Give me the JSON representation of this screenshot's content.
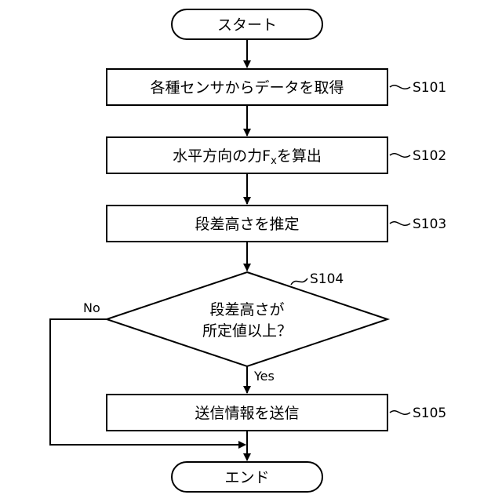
{
  "flowchart": {
    "start": {
      "label": "スタート"
    },
    "end": {
      "label": "エンド"
    },
    "steps": [
      {
        "id": "S101",
        "label": "各種センサからデータを取得"
      },
      {
        "id": "S102",
        "label_main": "水平方向の力F",
        "label_sub": "x",
        "label_tail": "を算出"
      },
      {
        "id": "S103",
        "label": "段差高さを推定"
      },
      {
        "id": "S105",
        "label": "送信情報を送信"
      }
    ],
    "decision": {
      "id": "S104",
      "line1": "段差高さが",
      "line2": "所定値以上？",
      "yes_label": "Yes",
      "no_label": "No"
    }
  }
}
